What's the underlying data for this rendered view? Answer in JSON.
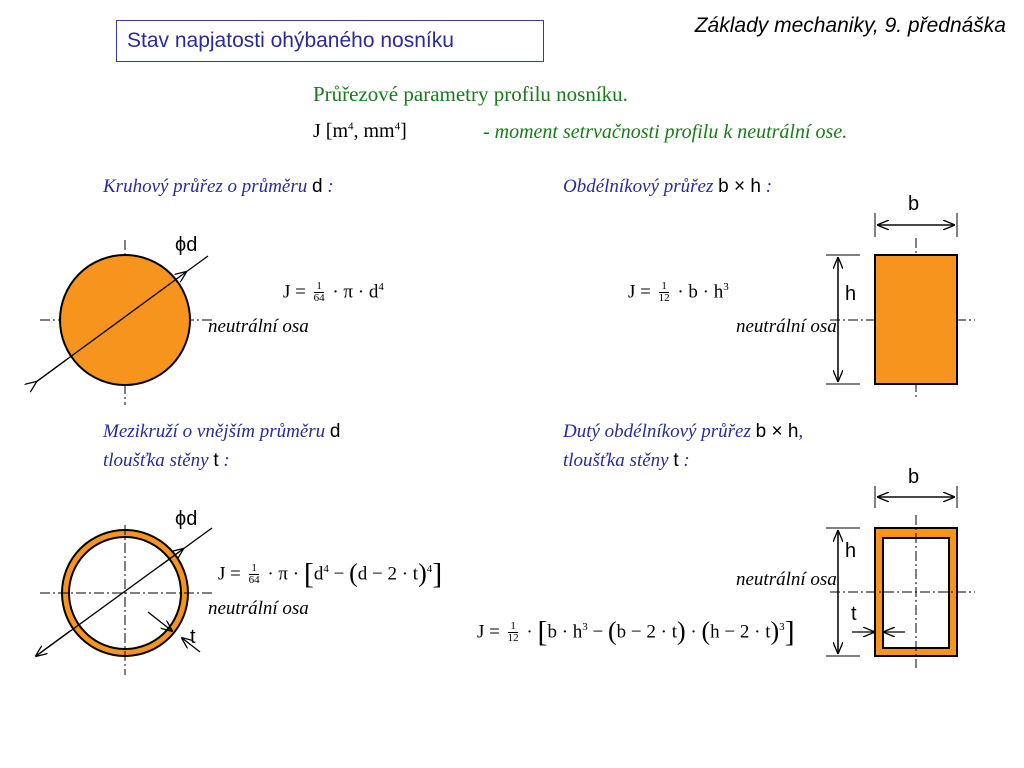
{
  "slide": {
    "title": "Stav napjatosti ohýbaného nosníku",
    "header": "Základy mechaniky, 9. přednáška",
    "subtitle": "Průřezové parametry profilu nosníku.",
    "moment_symbol": "J [m",
    "moment_unit_sup1": "4",
    "moment_unit_mid": ", mm",
    "moment_unit_sup2": "4",
    "moment_unit_end": "]",
    "moment_desc": "- moment setrvačnosti profilu k neutrální ose."
  },
  "sections": {
    "circle": {
      "caption": "Kruhový průřez o průměru",
      "symbol": "d",
      "colon": " :",
      "dim_label": "ϕd",
      "neutral": "neutrální osa",
      "formula": {
        "lhs": "J =",
        "num": "1",
        "den": "64",
        "rest": "· π · d",
        "exp": "4"
      }
    },
    "rect": {
      "caption": "Obdélníkový průřez",
      "symbol": "b × h",
      "colon": " :",
      "dim_b": "b",
      "dim_h": "h",
      "neutral": "neutrální osa",
      "formula": {
        "lhs": "J =",
        "num": "1",
        "den": "12",
        "rest": "· b · h",
        "exp": "3"
      }
    },
    "annulus": {
      "caption_line1": "Mezikruží o vnějším průměru",
      "symbol1": "d",
      "caption_line2": "tloušťka stěny",
      "symbol2": "t",
      "colon": " :",
      "dim_label": "ϕd",
      "dim_t": "t",
      "neutral": "neutrální osa",
      "formula": {
        "lhs": "J =",
        "num": "1",
        "den": "64",
        "mid": "· π ·",
        "d4": "d",
        "e4": "4",
        "minus": " − ",
        "inner": "d − 2 · t",
        "e_inner": "4"
      }
    },
    "hollow_rect": {
      "caption_line1": "Dutý obdélníkový průřez",
      "symbol1": "b × h",
      "comma": ",",
      "caption_line2": "tloušťka stěny",
      "symbol2": "t",
      "colon": " :",
      "dim_b": "b",
      "dim_h": "h",
      "dim_t": "t",
      "neutral": "neutrální osa",
      "formula": {
        "lhs": "J =",
        "num": "1",
        "den": "12",
        "bh": "b · h",
        "e1": "3",
        "minus": " − ",
        "p1": "b − 2 · t",
        "dot": " · ",
        "p2": "h − 2 · t",
        "e2": "3"
      }
    }
  },
  "colors": {
    "fill": "#f7941d",
    "stroke": "#000000",
    "title": "#2a2a9a",
    "green": "#1a7a1a"
  }
}
